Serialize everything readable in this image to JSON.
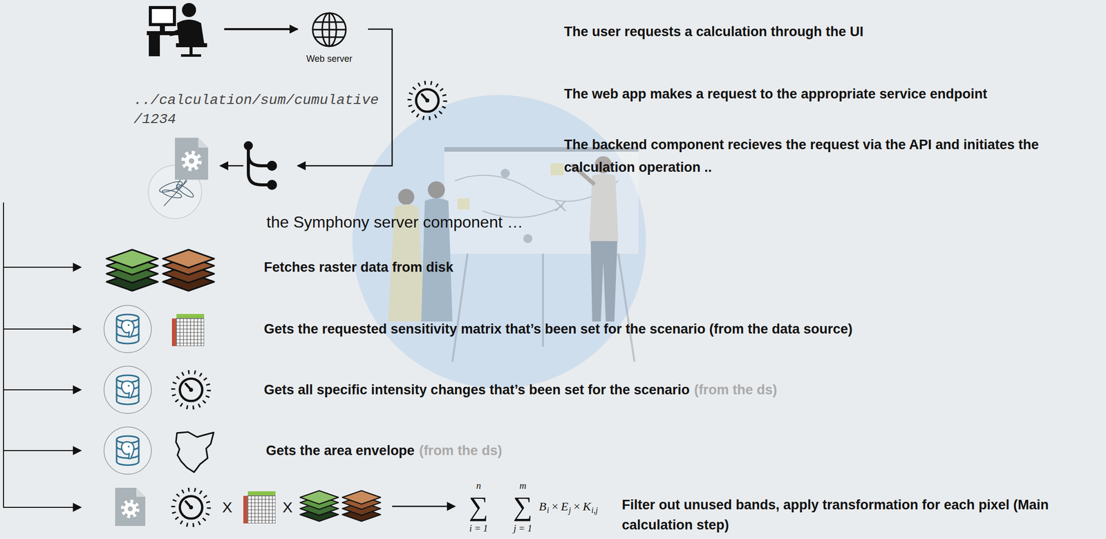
{
  "diagram": {
    "labels": [
      "The user requests a calculation through the UI",
      "Web server",
      "../calculation/sum/cumulative /1234",
      "The web app makes a request to the appropriate service endpoint",
      "The backend component recieves the request via the API and initiates the calculation operation ..",
      "the Symphony server component …",
      "Fetches raster data from disk",
      "Gets the requested sensitivity matrix that’s been set for the scenario (from the data source)",
      "Gets all specific intensity changes that’s been set for the scenario",
      "(from the ds)",
      "Gets the area envelope",
      "(from the ds)",
      "X",
      "X",
      "n",
      "m",
      "∑",
      "∑",
      "i = 1",
      "j = 1",
      "B",
      "i",
      "×",
      "E",
      "j",
      "×",
      "K",
      "i,j",
      "Filter out unused bands, apply transformation for each pixel (Main calculation step)"
    ]
  }
}
